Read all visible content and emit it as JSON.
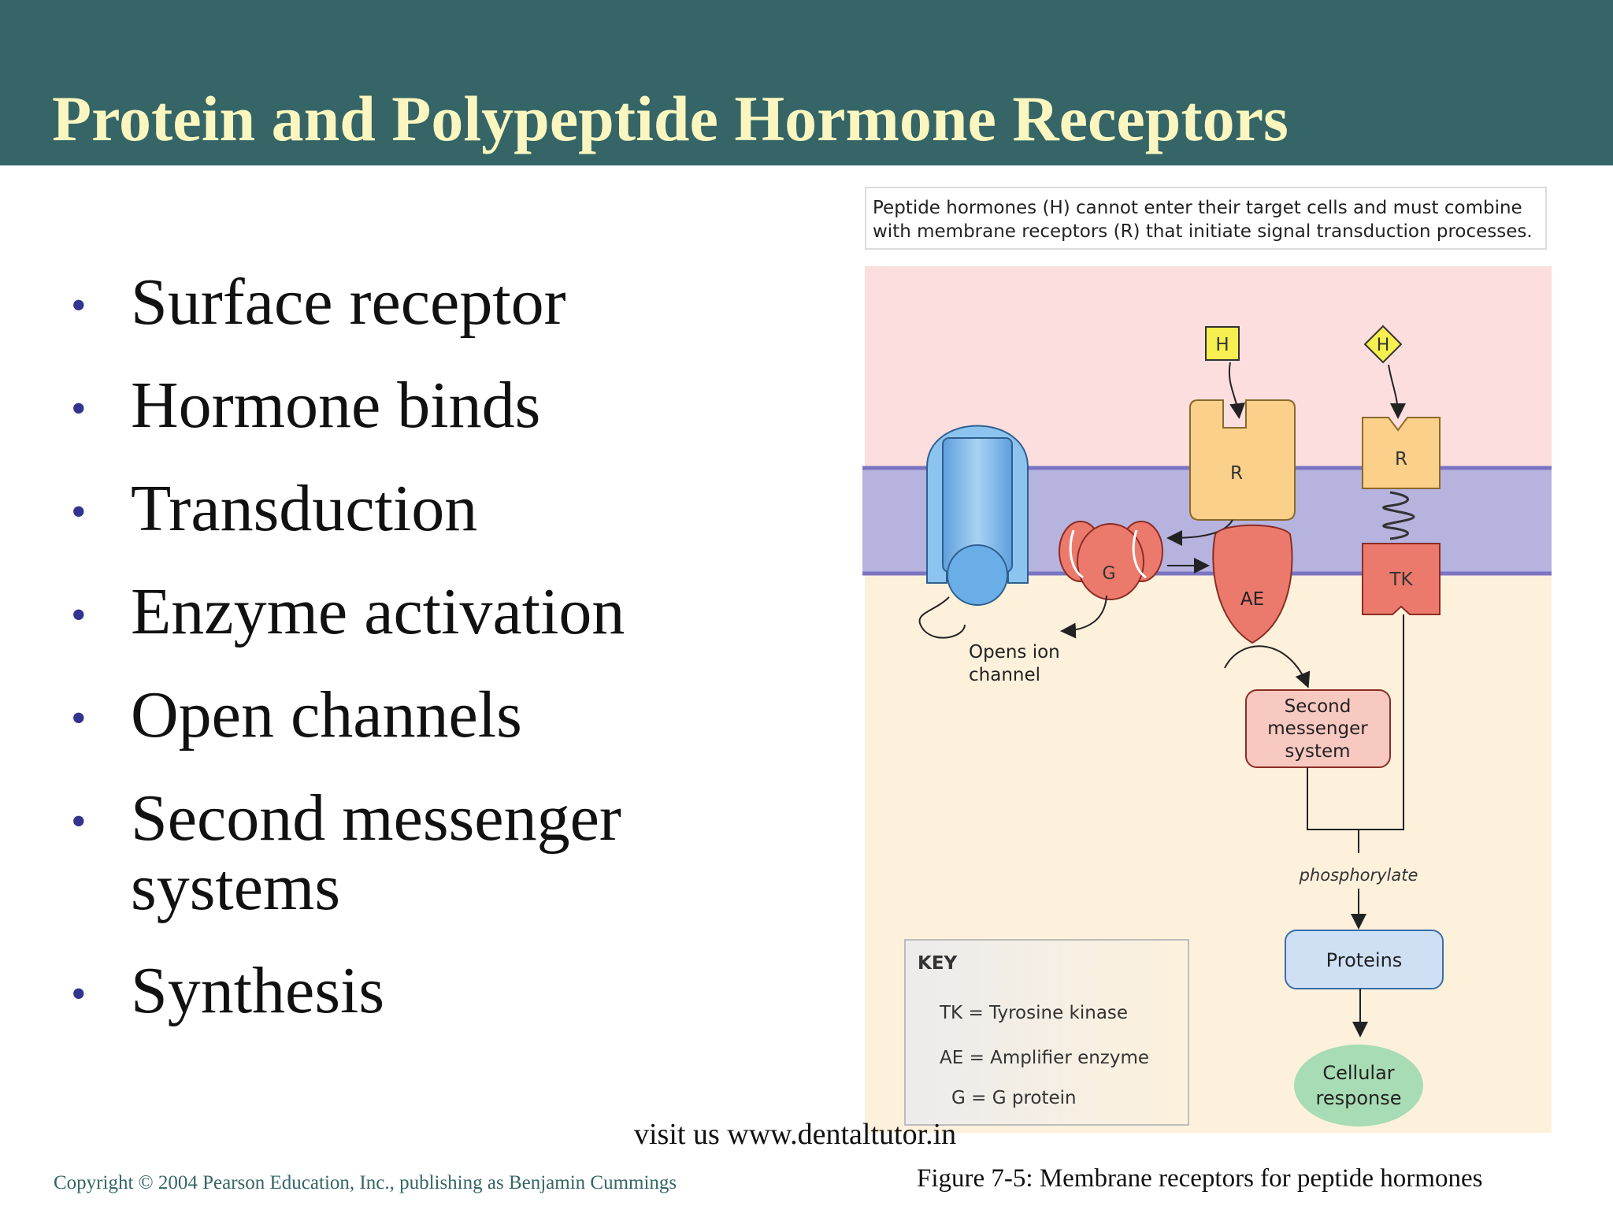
{
  "slide": {
    "title": "Protein and Polypeptide Hormone Receptors",
    "bullets": [
      "Surface receptor",
      "Hormone binds",
      "Transduction",
      "Enzyme activation",
      "Open channels",
      "Second messenger systems",
      "Synthesis"
    ],
    "visit": "visit us www.dentaltutor.in",
    "copyright": "Copyright © 2004 Pearson Education, Inc., publishing as Benjamin Cummings",
    "figure_caption": "Figure 7-5: Membrane receptors for peptide hormones"
  },
  "figure": {
    "caption_line1": "Peptide hormones (H) cannot enter their target cells and must combine",
    "caption_line2": "with membrane receptors (R) that initiate signal transduction processes.",
    "hormone1": "H",
    "hormone2": "H",
    "receptor1": "R",
    "receptor2": "R",
    "g_protein": "G",
    "amplifier": "AE",
    "kinase": "TK",
    "opens_ion_1": "Opens ion",
    "opens_ion_2": "channel",
    "second_msg_1": "Second",
    "second_msg_2": "messenger",
    "second_msg_3": "system",
    "phosphorylate": "phosphorylate",
    "proteins": "Proteins",
    "cellular_1": "Cellular",
    "cellular_2": "response",
    "key": {
      "title": "KEY",
      "items": [
        "TK = Tyrosine kinase",
        "AE = Amplifier enzyme",
        "G = G protein"
      ]
    }
  },
  "colors": {
    "header": "#356566",
    "title": "#fbf6bf",
    "bullet_dot": "#34338f",
    "extracellular": "#fcdede",
    "membrane": "#b7b3df",
    "cytoplasm": "#fdf1dc",
    "receptor": "#fbd08a",
    "enzyme": "#ec7a6c",
    "channel": "#7cb8ea",
    "proteins": "#cfe0f5",
    "cellular": "#a8dcb4"
  }
}
